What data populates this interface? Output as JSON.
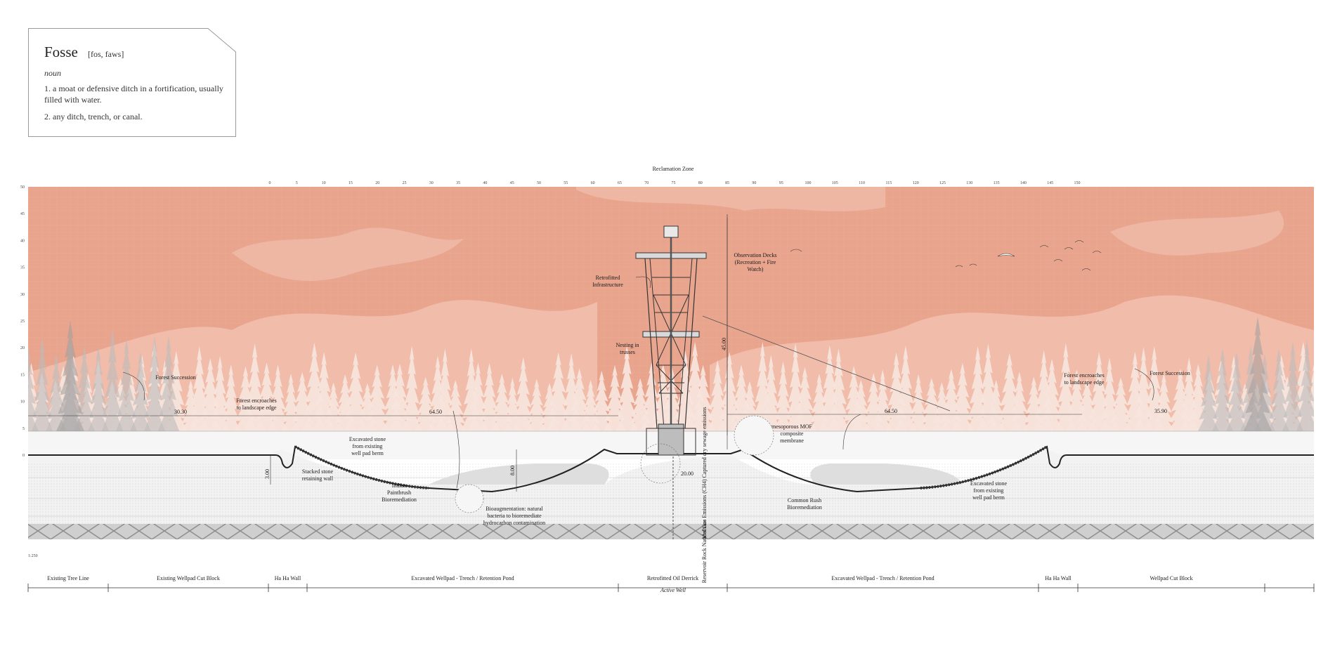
{
  "definition": {
    "word": "Fosse",
    "pronunciation": "[fos, faws]",
    "part_of_speech": "noun",
    "sense_1": "1. a moat or defensive ditch in a fortification, usually filled with water.",
    "sense_2": "2. any ditch, trench, or canal."
  },
  "section": {
    "title": "Reclamation Zone",
    "scale": "1:250",
    "top_ticks": [
      "0",
      "5",
      "10",
      "15",
      "20",
      "25",
      "30",
      "35",
      "40",
      "45",
      "50",
      "55",
      "60",
      "65",
      "70",
      "75",
      "80",
      "85",
      "90",
      "95",
      "100",
      "105",
      "110",
      "115",
      "120",
      "125",
      "130",
      "135",
      "140",
      "145",
      "150"
    ],
    "left_ticks": [
      "50",
      "45",
      "40",
      "35",
      "30",
      "25",
      "20",
      "15",
      "10",
      "5",
      "0"
    ],
    "colors": {
      "sky": "#e9a48d",
      "sky_light": "#f3c6b6",
      "ground": "#f2f2f2",
      "line": "#333333"
    },
    "annotations": {
      "observation": "Observation Decks (Recreation + Fire Watch)",
      "retrofitted": "Retrofitted Infrastructure",
      "nesting": "Nesting in trusses",
      "forest_succession_left": "Forest Succession",
      "forest_encroaches_left": "Forest encroaches to landscape edge",
      "forest_succession_right": "Forest Succession",
      "forest_encroaches_right": "Forest encroaches to landscape edge",
      "excavated_left": "Excavated stone from existing well pad berm",
      "stacked_stone": "Stacked stone retaining wall",
      "indian_paintbrush": "Indian Paintbrush Bioremediation",
      "bioaugmentation": "Bioaugmentation: natural bacteria to bioremediate hydrocarbon contamination",
      "mesoporous": "mesoporous MOF composite membrane",
      "common_rush": "Common Rush Bioremediation",
      "excavated_right": "Excavated stone from existing well pad berm",
      "captured": "Captured dry sewage emissions",
      "methane": "Methane Emissions (CH4)",
      "reservoir": "Reservoir Rock Natural Gas"
    },
    "dimensions": {
      "d_left": "30.30",
      "d_mid_left": "64.50",
      "d_mid_right": "64.50",
      "d_right": "35.90",
      "height": "45.00",
      "depth": "8.00",
      "wall": "3.00",
      "pad": "20.00"
    },
    "zones": [
      "Existing Tree Line",
      "Existing Wellpad Cut Block",
      "Ha Ha Wall",
      "Excavated Wellpad - Trench / Retention Pond",
      "Retrofitted Oil Derrick",
      "Excavated Wellpad - Trench / Retention Pond",
      "Ha Ha Wall",
      "Wellpad Cut Block"
    ],
    "active_well": "Active Well"
  }
}
